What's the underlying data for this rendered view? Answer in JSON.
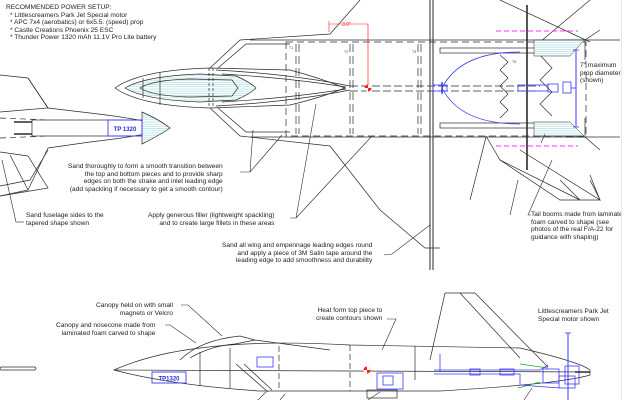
{
  "power_setup": {
    "title": "RECOMMENDED POWER SETUP:",
    "items": [
      "* Littlescreamers Park Jet Special motor",
      "* APC 7x4 (aerobatics) or 6x5.5. (speed) prop",
      "* Castle Creations Phoenix 25 ESC",
      "* Thunder Power 1320 mAh 11.1V Pro Lite battery"
    ]
  },
  "annotations": {
    "sand_transition": [
      "Sand thoroughly to form a smooth transition between",
      "the top and bottom pieces and to provide sharp",
      "edges on both the strake and inlet leading edge",
      "(add spackling if necessary to get a smooth contour)"
    ],
    "sand_fuselage": [
      "Sand fuselage sides to the",
      "tapered shape shown"
    ],
    "apply_filler": [
      "Apply generous filler (lightweight spackling)",
      "and to create large fillets in these areas"
    ],
    "sand_leading_edges": [
      "Sand all wing and empennage leading edges round",
      "and apply a piece of 3M Satin tape around the",
      "leading edge to add smoothness and durability"
    ],
    "prop_diameter": [
      "7\" maximum",
      "prop diameter",
      "(shown)"
    ],
    "tail_booms": [
      "Tail booms made from laminated",
      "foam carved to shape (see",
      "photos of the real F/A-22 for",
      "guidance with shaping)"
    ],
    "canopy_held": [
      "Canopy held on with small",
      "magnets or Velcro"
    ],
    "canopy_nosecone": [
      "Canopy and nosecone made from",
      "laminated foam carved to shape"
    ],
    "heat_form": [
      "Heat form top piece to",
      "create contours shown"
    ],
    "motor_shown": [
      "Littlescreamers Park Jet",
      "Special motor shown"
    ]
  },
  "labels": {
    "battery_top": "TP 1320",
    "battery_side": "TP1320",
    "cg_dimension": "3.0\"",
    "former_t1": "T1",
    "former_t2": "T2",
    "former_t3": "T3",
    "former_t5": "T5"
  },
  "colors": {
    "line": "#2b2b2b",
    "component_blue": "#3b3bff",
    "cg_red": "#ff2020",
    "wing_pink": "#ff33ff",
    "foam_cyan": "#bfe8ea",
    "green_fillet": "#22aa22"
  }
}
